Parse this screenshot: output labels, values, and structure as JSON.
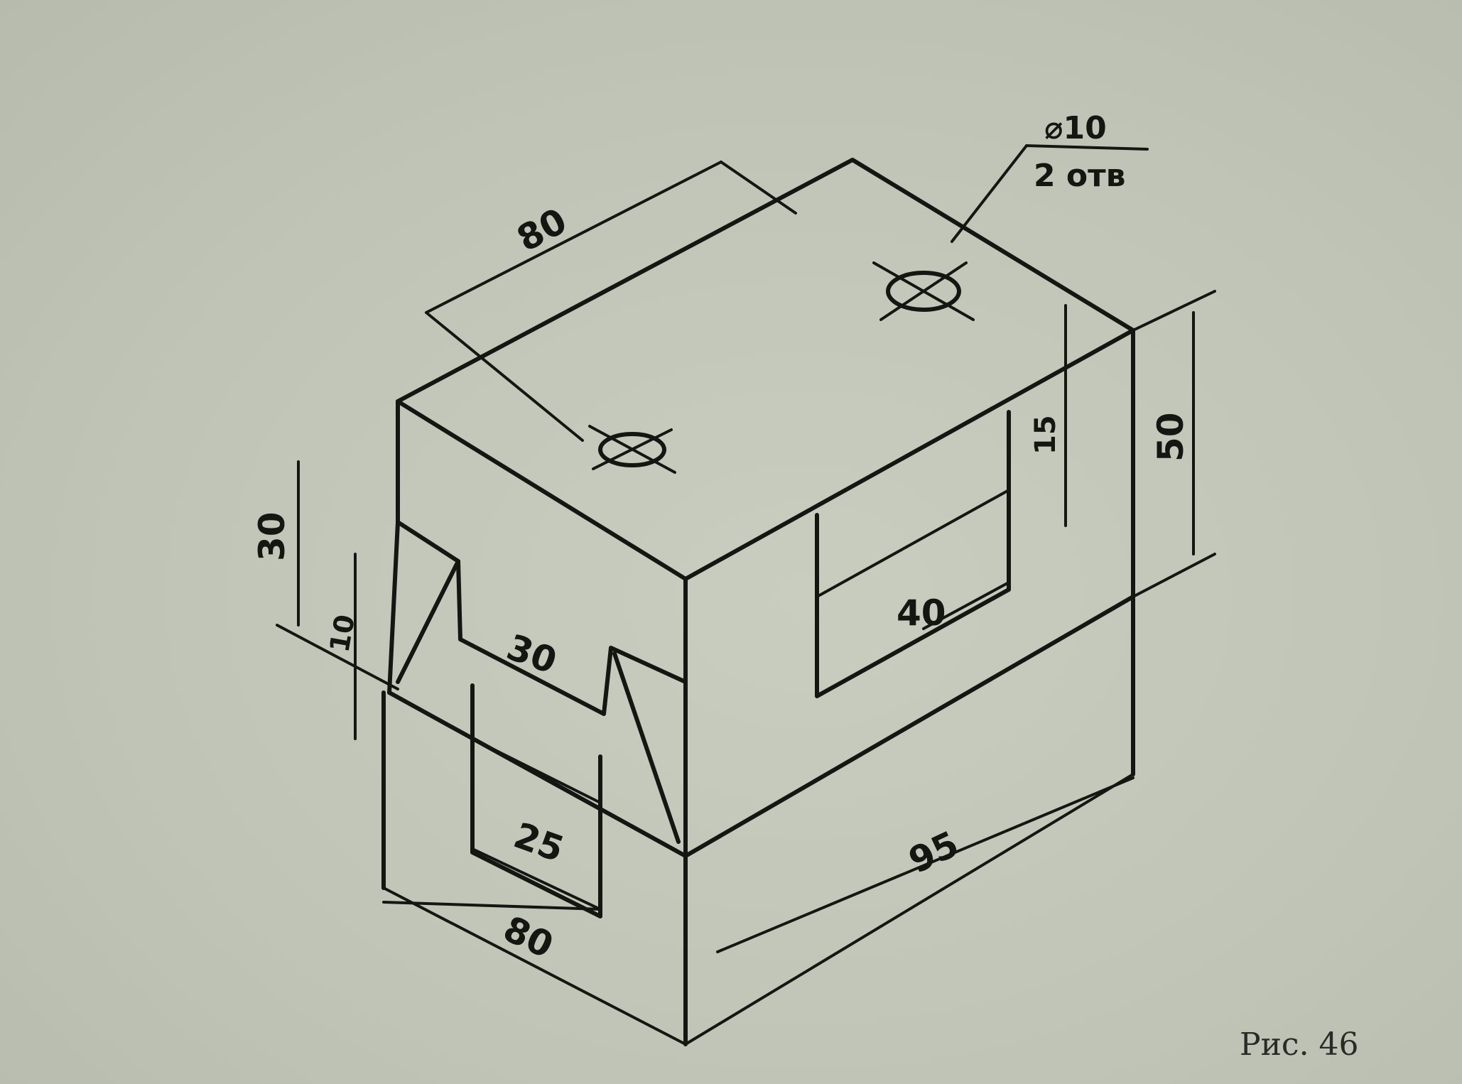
{
  "figure": {
    "caption": "Рис. 46",
    "type": "isometric technical drawing"
  },
  "dimensions": {
    "top_length": "80",
    "left_height_total": "30",
    "left_height_small": "10",
    "notch_depth": "30",
    "lower_slot_width": "25",
    "front_width": "80",
    "side_length": "95",
    "right_height": "50",
    "side_slot_height": "15",
    "side_slot_width": "40"
  },
  "hole_callout": {
    "diameter": "⌀10",
    "count": "2 отв"
  },
  "colors": {
    "paper": "#c2c6b8",
    "ink": "#151512"
  }
}
